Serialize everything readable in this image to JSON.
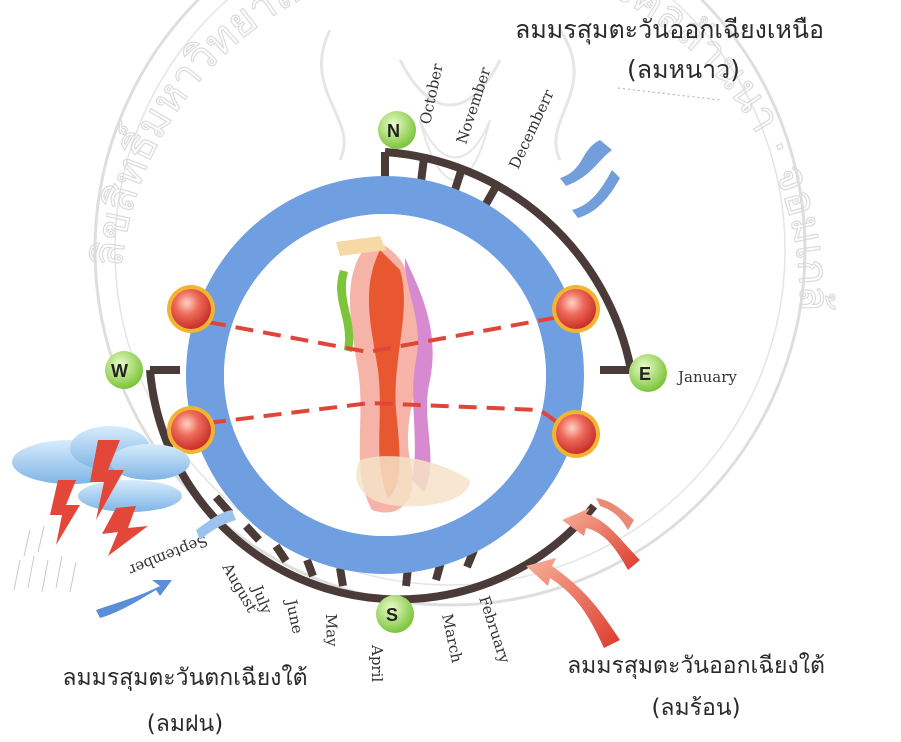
{
  "compass": {
    "north": "N",
    "east": "E",
    "south": "S",
    "west": "W"
  },
  "months": {
    "october": "October",
    "november": "November",
    "december": "Decemberr",
    "january": "January",
    "february": "February",
    "march": "March",
    "april": "April",
    "may": "May",
    "june": "June",
    "july": "July",
    "august": "August",
    "september": "September"
  },
  "winds": {
    "northeast_title": "ลมมรสุมตะวันออกเฉียงเหนือ",
    "northeast_sub": "(ลมหนาว)",
    "southwest_title": "ลมมรสุมตะวันตกเฉียงใต้",
    "southwest_sub": "(ลมฝน)",
    "southeast_title": "ลมมรสุมตะวันออกเฉียงใต้",
    "southeast_sub": "(ลมร้อน)"
  },
  "watermark": {
    "text": "ลิขสิทธิ์มหาวิทยาลัยเทคโนโลยีราชมงคลล้านนา · จอมเกล้าเจ้าคุณทหาร"
  },
  "colors": {
    "ring_blue": "#6f9fe0",
    "month_band": "#4a3b38",
    "sun_red": "#e0453a",
    "sun_gold": "#f2b431",
    "compass_green": "#8fd14f",
    "wind_blue": "#5a8ed6",
    "wind_red": "#e2473a",
    "sightline_red": "#e0453a"
  }
}
